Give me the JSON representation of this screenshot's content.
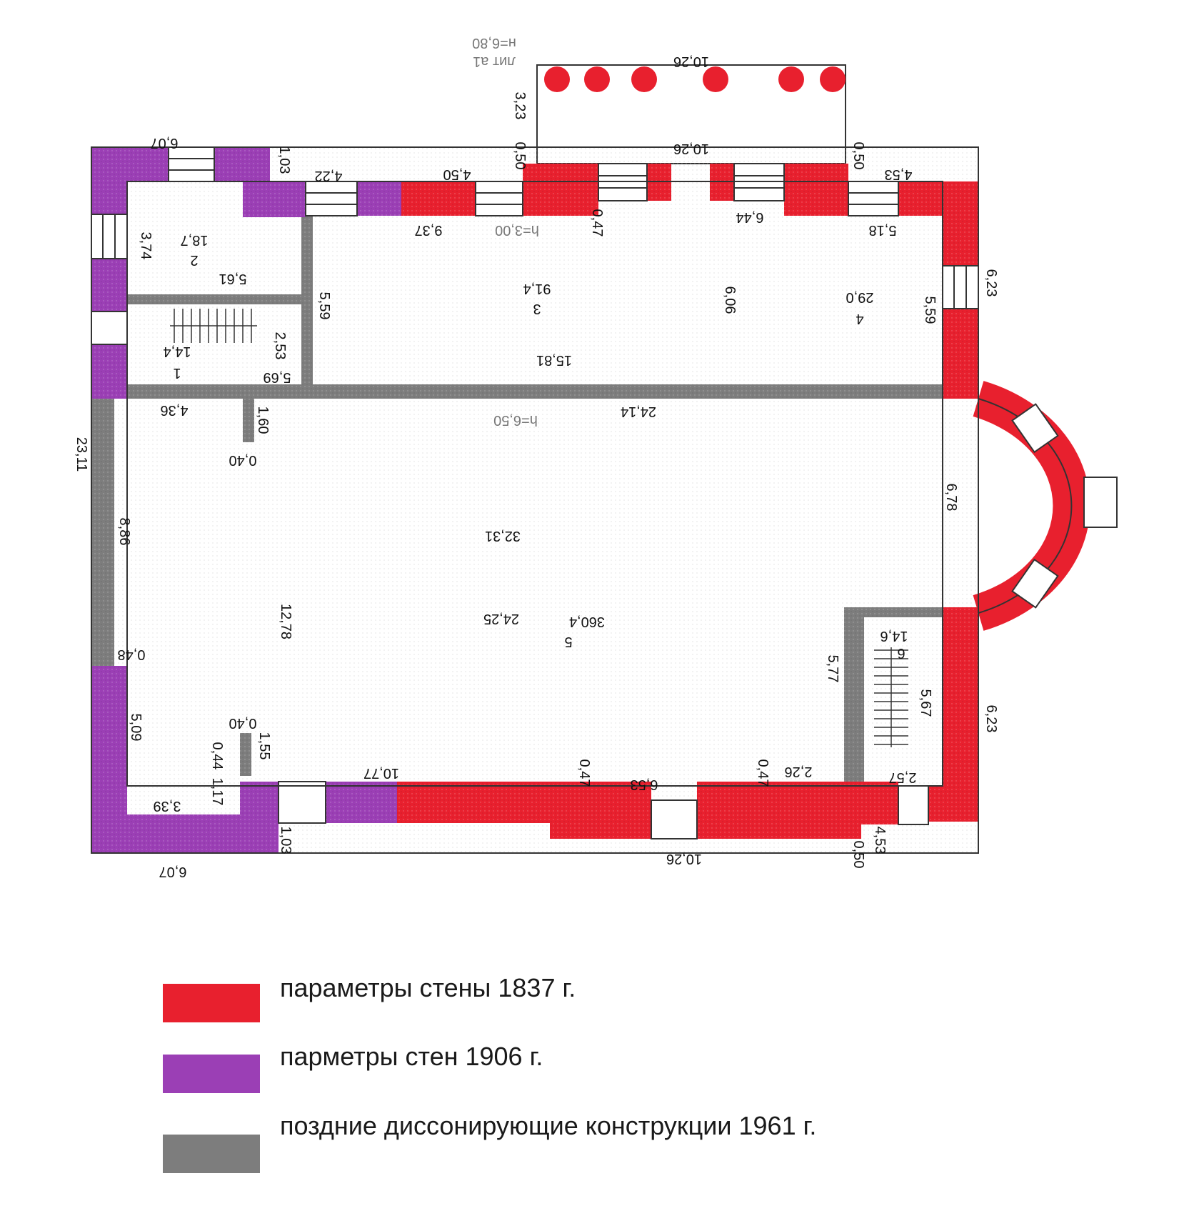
{
  "colors": {
    "wall_1837": "#e8202e",
    "wall_1906": "#9b3fb5",
    "wall_1961": "#7d7d7d",
    "outline": "#333333"
  },
  "dimensions": {
    "portico_width": "10,26",
    "portico_depth": "3,23",
    "lit": "лит а1",
    "h680": "н=6,80",
    "front_wall": "10,26",
    "p050a": "0,50",
    "p050b": "0,50",
    "p450": "4,50",
    "p453top": "4,53",
    "p422": "4,22",
    "p103top": "1,03",
    "p607top": "6,07",
    "p374": "3,74",
    "p937": "9,37",
    "h300": "h=3,00",
    "p047top": "0,47",
    "p644": "6,44",
    "p518": "5,18",
    "p623top": "6,23",
    "p559r": "5,59",
    "room4_area": "29,0",
    "room4_no": "4",
    "p606": "6,06",
    "room3_area": "91,4",
    "room3_no": "3",
    "p559l": "5,59",
    "room2_area": "18,7",
    "room2_no": "2",
    "p561": "5,61",
    "room1_area": "14,4",
    "room1_no": "1",
    "p253": "2,53",
    "p569": "5,69",
    "p1581": "15,81",
    "p2414": "24,14",
    "h650": "h=6,50",
    "p436": "4,36",
    "p160": "1,60",
    "p040a": "0,40",
    "p2311": "23,11",
    "p886": "8,86",
    "p678": "6,78",
    "p3231": "32,31",
    "p2425": "24,25",
    "room5_area": "360,4",
    "room5_no": "5",
    "p1278": "12,78",
    "p048": "0,48",
    "room6_area": "14,6",
    "room6_no": "6",
    "p577": "5,77",
    "p567": "5,67",
    "p623bot": "6,23",
    "p509": "5,09",
    "p040b": "0,40",
    "p155": "1,55",
    "p044": "0,44",
    "p117": "1,17",
    "p1077": "10,77",
    "p047b1": "0,47",
    "p653": "6,53",
    "p047b2": "0,47",
    "p226": "2,26",
    "p257": "2,57",
    "p339": "3,39",
    "p103bot": "1,03",
    "p607bot": "6,07",
    "p1026bot": "10,26",
    "p050c": "0,50",
    "p453bot": "4,53"
  },
  "legend": [
    {
      "label": "параметры стены  1837 г.",
      "color": "#e8202e"
    },
    {
      "label": "парметры стен 1906 г.",
      "color": "#9b3fb5"
    },
    {
      "label": "поздние диссонирующие конструкции 1961 г.",
      "color": "#7d7d7d"
    }
  ]
}
